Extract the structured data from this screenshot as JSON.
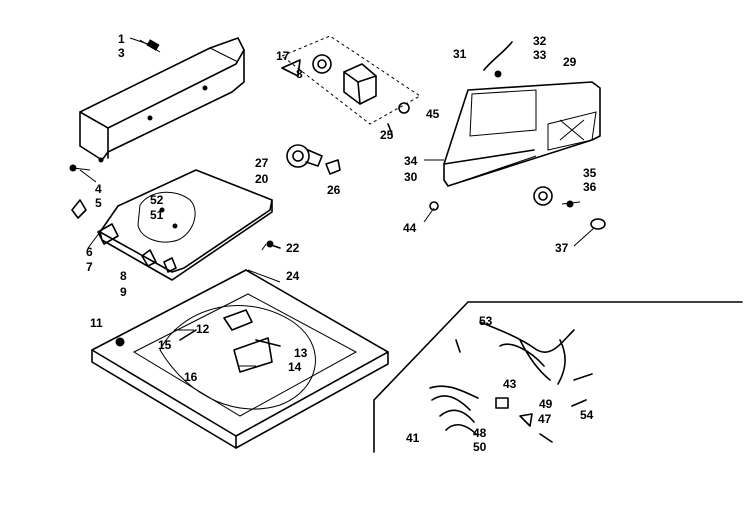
{
  "callouts": {
    "c1": "1",
    "c3": "3",
    "c4": "4",
    "c5": "5",
    "c6": "6",
    "c7": "7",
    "c8": "8",
    "c9": "9",
    "c11": "11",
    "c12": "12",
    "c13": "13",
    "c14": "14",
    "c15": "15",
    "c16": "16",
    "c17": "17",
    "c18": "8",
    "c20": "20",
    "c22": "22",
    "c24": "24",
    "c25": "25",
    "c26": "26",
    "c27": "27",
    "c29": "29",
    "c30": "30",
    "c31": "31",
    "c32": "32",
    "c33": "33",
    "c34": "34",
    "c35": "35",
    "c36": "36",
    "c37": "37",
    "c41": "41",
    "c43": "43",
    "c44": "44",
    "c45": "45",
    "c47": "47",
    "c48": "48",
    "c49": "49",
    "c50": "50",
    "c51": "51",
    "c52": "52",
    "c53": "53",
    "c54": "54"
  }
}
